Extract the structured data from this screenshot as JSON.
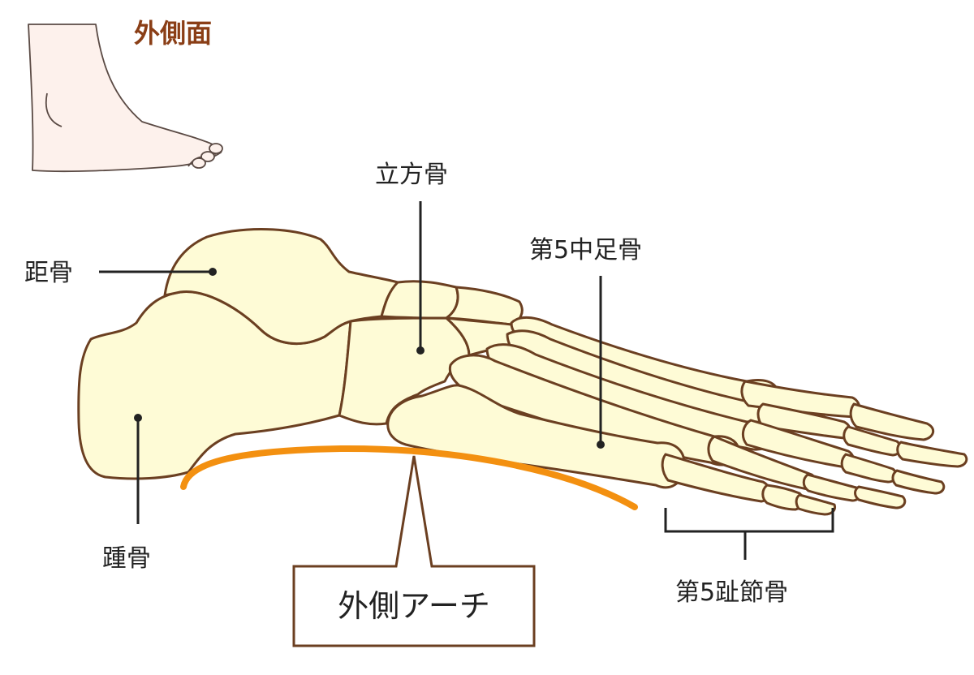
{
  "title": "外側面",
  "labels": {
    "talus": "距骨",
    "calcaneus": "踵骨",
    "cuboid": "立方骨",
    "metatarsal5": "第5中足骨",
    "phalanges5": "第5趾節骨"
  },
  "callout": "外側アーチ",
  "colors": {
    "bone_fill": "#fefbd6",
    "bone_outline": "#6b3f21",
    "arch_line": "#f39010",
    "title": "#8a3e16",
    "skin": "#fdf1ec"
  }
}
